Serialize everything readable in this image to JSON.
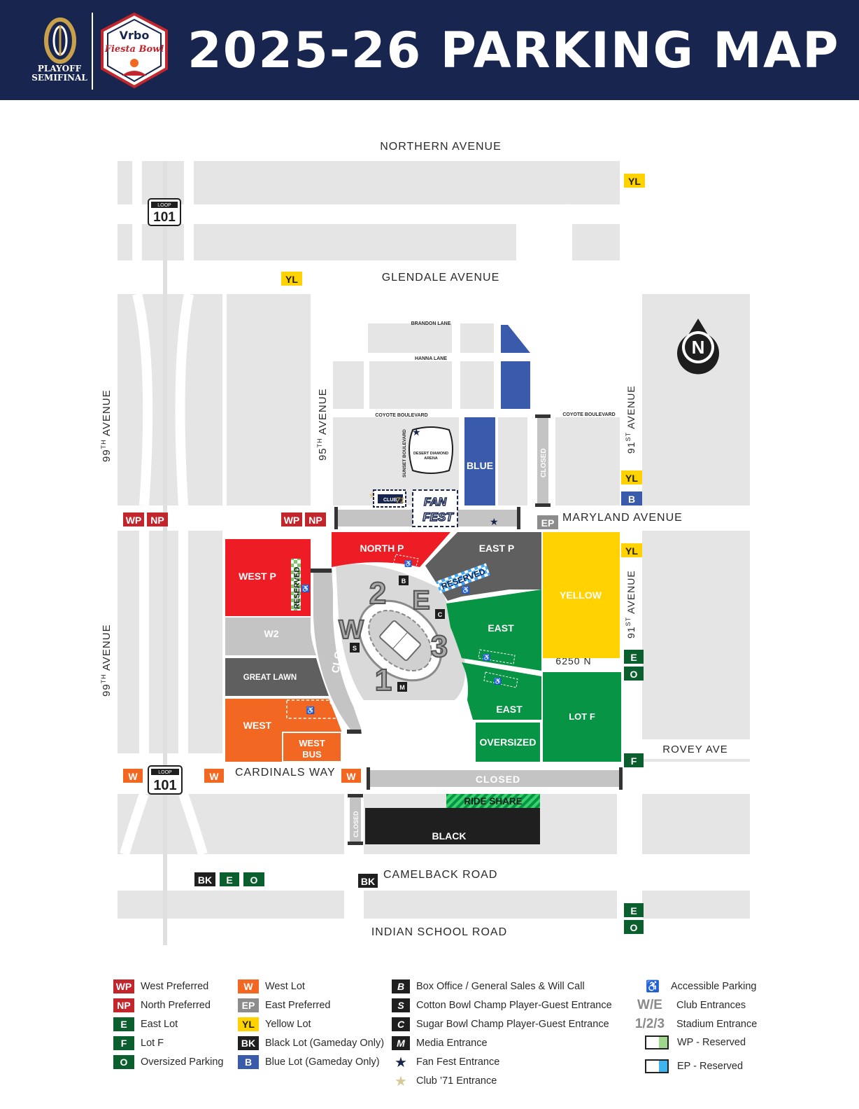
{
  "header": {
    "title": "2025-26 PARKING MAP",
    "playoff_label_1": "PLAYOFF",
    "playoff_label_2": "SEMIFINAL",
    "bowl_brand": "Vrbo",
    "bowl_name": "Fiesta Bowl"
  },
  "roads": {
    "northern": "NORTHERN AVENUE",
    "glendale": "GLENDALE AVENUE",
    "maryland": "MARYLAND AVENUE",
    "cardinals": "CARDINALS WAY",
    "camelback": "CAMELBACK ROAD",
    "indian_school": "INDIAN SCHOOL ROAD",
    "ave99_main": "99",
    "ave99_sup": "TH",
    "ave99_rest": " AVENUE",
    "ave95_main": "95",
    "ave95_sup": "TH",
    "ave95_rest": " AVENUE",
    "ave91_main": "91",
    "ave91_sup": "ST",
    "ave91_rest": " AVENUE",
    "brandon": "BRANDON LANE",
    "hanna": "HANNA LANE",
    "coyote": "COYOTE BOULEVARD",
    "sunset": "SUNSET BOULEVARD",
    "n6250": "6250 N",
    "rovey": "ROVEY AVE",
    "loop": "LOOP",
    "loop_number": "101",
    "closed": "CLOSED"
  },
  "lots": {
    "blue": "BLUE",
    "north_p": "NORTH P",
    "east_p": "EAST P",
    "west_p": "WEST P",
    "w2": "W2",
    "great_lawn": "GREAT LAWN",
    "west": "WEST",
    "west_bus_1": "WEST",
    "west_bus_2": "BUS",
    "yellow": "YELLOW",
    "east": "EAST",
    "lot_f": "LOT F",
    "oversized": "OVERSIZED",
    "black": "BLACK",
    "ride_share": "RIDE SHARE",
    "reserved": "RESERVED"
  },
  "venues": {
    "arena_1": "DESERT DIAMOND",
    "arena_2": "ARENA",
    "club71_brand": "CLUB",
    "club71_num": "71",
    "fanfest_1": "FAN",
    "fanfest_2": "FEST"
  },
  "stadium": {
    "entrance_1": "1",
    "entrance_2": "2",
    "entrance_3": "3",
    "club_w": "W",
    "club_e": "E",
    "door_b": "B",
    "door_s": "S",
    "door_c": "C",
    "door_m": "M"
  },
  "badges": {
    "wp": "WP",
    "np": "NP",
    "yl": "YL",
    "b": "B",
    "ep": "EP",
    "e": "E",
    "o": "O",
    "f": "F",
    "w": "W",
    "bk": "BK"
  },
  "compass_letter": "N",
  "legend": {
    "wp": "West Preferred",
    "np": "North Preferred",
    "e": "East Lot",
    "f": "Lot F",
    "o": "Oversized Parking",
    "w": "West Lot",
    "ep": "East Preferred",
    "yl": "Yellow Lot",
    "bk": "Black Lot (Gameday Only)",
    "b": "Blue Lot (Gameday Only)",
    "box_office": "Box Office / General Sales & Will Call",
    "cotton": "Cotton Bowl Champ Player-Guest Entrance",
    "sugar": "Sugar Bowl Champ Player-Guest Entrance",
    "media": "Media Entrance",
    "fan_fest": "Fan Fest Entrance",
    "club71": "Club ’71 Entrance",
    "accessible": "Accessible Parking",
    "club_entr": "Club Entrances",
    "club_sym": "W/E",
    "stadium_entr": "Stadium Entrance",
    "stadium_sym": "1/2/3",
    "wp_res": "WP - Reserved",
    "ep_res": "EP - Reserved",
    "sym_b": "B",
    "sym_s": "S",
    "sym_c": "C",
    "sym_m": "M",
    "sym_access": "♿",
    "sym_star": "★"
  },
  "colors": {
    "navy": "#17254f",
    "red": "#ee1c25",
    "dark_red": "#c0262c",
    "orange": "#f26722",
    "yellow": "#ffd200",
    "green": "#079444",
    "dark_green": "#0b5f2f",
    "blue": "#3a5aab",
    "black": "#1f1f1f",
    "gray": "#5f5f5f",
    "light_gray": "#e5e5e5",
    "road_gray": "#bdbdbd"
  }
}
